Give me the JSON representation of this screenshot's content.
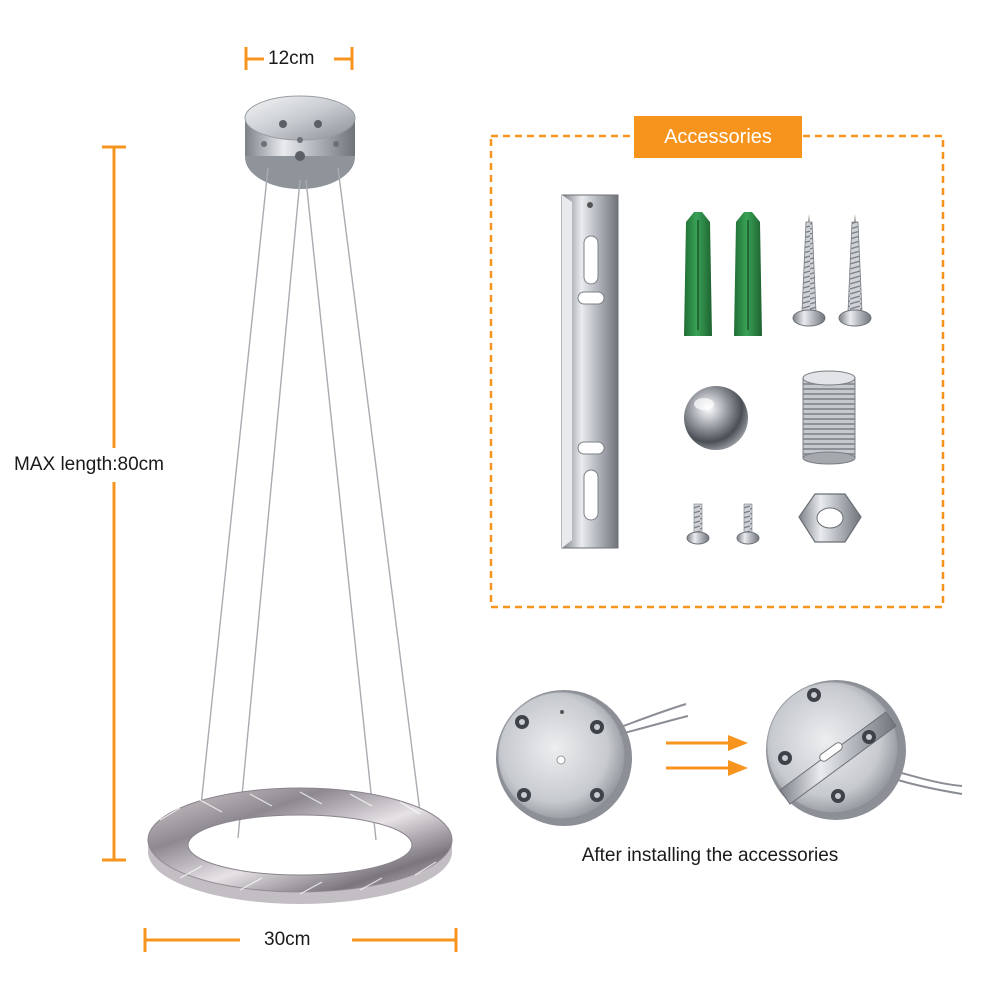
{
  "dimensions": {
    "top_width": "12cm",
    "max_length": "MAX length:80cm",
    "ring_width": "30cm"
  },
  "accessories": {
    "title": "Accessories",
    "items": [
      "mounting-bracket-icon",
      "wall-anchor-icon",
      "screw-icon",
      "ball-cap-icon",
      "threaded-tube-icon",
      "small-screw-icon",
      "hex-nut-icon"
    ]
  },
  "installation": {
    "caption": "After installing the accessories"
  },
  "colors": {
    "accent": "#f7941d",
    "text": "#1a1a1a",
    "anchor_green": "#2e8b45",
    "metal": "#b8bcc2"
  }
}
